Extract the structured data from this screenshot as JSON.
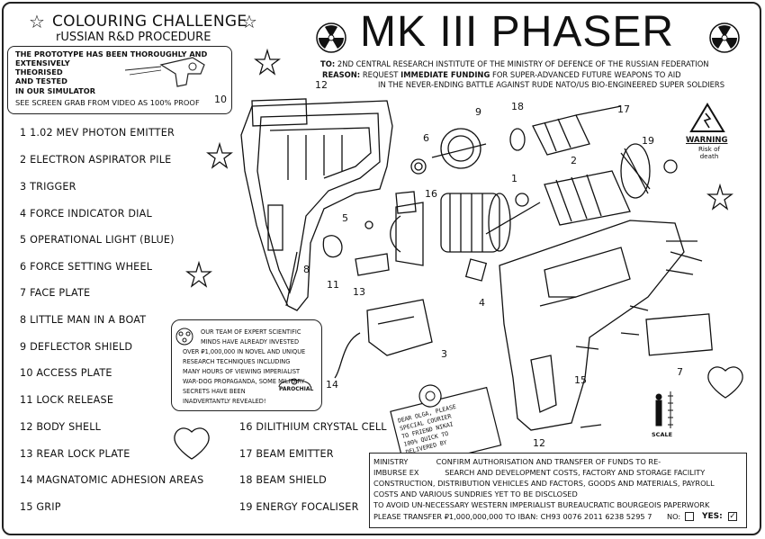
{
  "header": {
    "challenge_title": "COLOURING CHALLENGE",
    "challenge_subtitle": "rUSSIAN R&D PROCEDURE",
    "proto_lines": [
      "THE PROTOTYPE HAS BEEN THOROUGHLY AND",
      "EXTENSIVELY",
      "THEORISED",
      "AND TESTED",
      "IN OUR SIMULATOR",
      "SEE SCREEN GRAB FROM VIDEO AS 100% PROOF"
    ],
    "main_title": "MK III PHASER",
    "to_label": "TO:",
    "to_text": "2ND CENTRAL RESEARCH INSTITUTE OF THE MINISTRY OF DEFENCE OF THE RUSSIAN FEDERATION",
    "reason_label": "REASON:",
    "reason_pre": "REQUEST",
    "reason_bold": "IMMEDIATE FUNDING",
    "reason_post": "FOR SUPER-ADVANCED FUTURE WEAPONS TO AID",
    "reason_line2": "IN THE NEVER-ENDING BATTLE AGAINST RUDE  NATO/US BIO-ENGINEERED SUPER SOLDIERS"
  },
  "parts_left": [
    "1  1.02 MEV PHOTON EMITTER",
    "2  ELECTRON ASPIRATOR PILE",
    "3  TRIGGER",
    "4  FORCE INDICATOR DIAL",
    "5  OPERATIONAL LIGHT (BLUE)",
    "6  FORCE SETTING WHEEL",
    "7  FACE PLATE",
    "8  LITTLE MAN IN A BOAT",
    "9  DEFLECTOR SHIELD",
    "10  ACCESS PLATE",
    "11  LOCK  RELEASE",
    "12  BODY SHELL",
    "13  REAR LOCK PLATE",
    "14  MAGNATOMIC ADHESION AREAS",
    "15  GRIP"
  ],
  "parts_right": [
    "16  DILITHIUM CRYSTAL CELL",
    "17  BEAM EMITTER",
    "18  BEAM SHIELD",
    "19  ENERGY FOCALISER"
  ],
  "team_box": {
    "lines": [
      "OUR TEAM OF EXPERT SCIENTIFIC",
      "MINDS HAVE ALREADY INVESTED",
      "OVER ₽1,000,000 IN NOVEL AND UNIQUE",
      "RESEARCH TECHNIQUES INCLUDING",
      "MANY HOURS OF VIEWING IMPERIALIST",
      "WAR-DOG PROPAGANDA, SOME MILITARY",
      "SECRETS HAVE BEEN",
      "INADVERTANTLY REVEALED!"
    ],
    "stamp": "PAROCHIAL"
  },
  "warning": {
    "title": "WARNING",
    "sub": "Risk of death"
  },
  "scale_label": "SCALE",
  "diagram_numbers": [
    "10",
    "12",
    "9",
    "18",
    "17",
    "6",
    "19",
    "2",
    "1",
    "16",
    "5",
    "8",
    "11",
    "13",
    "4",
    "3",
    "14",
    "15",
    "7",
    "12"
  ],
  "note_card": [
    "DEAR OLGA, PLEASE",
    "SPECIAL COURIER",
    "TO FRIEND NIKAI",
    "100% QUICK TO",
    "DELIVERED BY"
  ],
  "ministry": {
    "line1_prefix": "MINISTRY",
    "line1": "CONFIRM AUTHORISATION AND TRANSFER OF FUNDS TO RE-",
    "line2_prefix": "IMBURSE EX",
    "line2": "SEARCH AND DEVELOPMENT COSTS, FACTORY AND STORAGE FACILITY",
    "line3": "CONSTRUCTION, DISTRIBUTION VEHICLES AND FACTORS, GOODS AND MATERIALS, PAYROLL",
    "line4": "COSTS AND VARIOUS SUNDRIES YET TO BE DISCLOSED",
    "line5": "TO AVOID UN-NECESSARY WESTERN IMPERIALIST BUREAUCRATIC BOURGEOIS PAPERWORK",
    "line6": "PLEASE TRANSFER ₽1,000,000,000  TO  IBAN: CH93 0076 2011 6238 5295 7",
    "no_label": "NO:",
    "yes_label": "YES:"
  }
}
